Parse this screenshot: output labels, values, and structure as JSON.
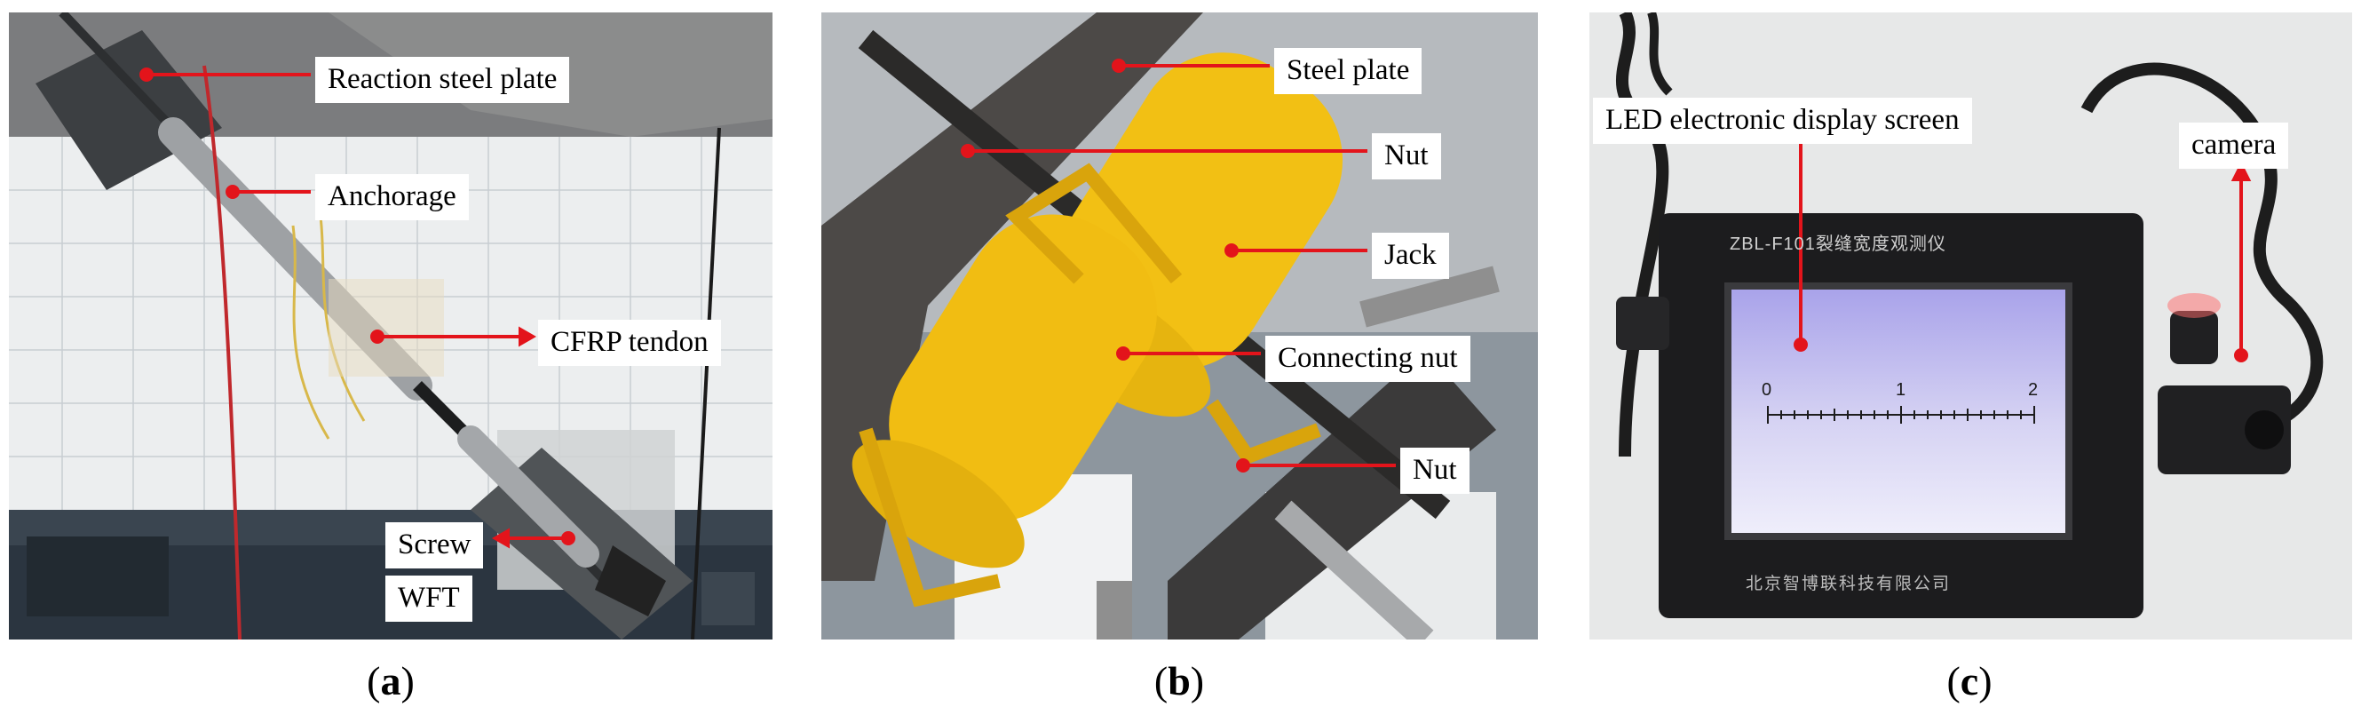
{
  "panels": {
    "a": {
      "caption_open": "(",
      "caption_letter": "a",
      "caption_close": ")",
      "labels": {
        "reaction_plate": "Reaction steel plate",
        "anchorage": "Anchorage",
        "cfrp_tendon": "CFRP tendon",
        "screw": "Screw",
        "wft": "WFT"
      }
    },
    "b": {
      "caption_open": "(",
      "caption_letter": "b",
      "caption_close": ")",
      "labels": {
        "steel_plate": "Steel plate",
        "nut_top": "Nut",
        "jack": "Jack",
        "connecting_nut": "Connecting nut",
        "nut_bottom": "Nut"
      }
    },
    "c": {
      "caption_open": "(",
      "caption_letter": "c",
      "caption_close": ")",
      "labels": {
        "led_screen": "LED electronic display screen",
        "camera": "camera"
      },
      "device_text_top": "ZBL-F101裂缝宽度观测仪",
      "device_text_bottom": "北京智博联科技有限公司",
      "scale": {
        "ticks": [
          "0",
          "1",
          "2"
        ]
      }
    }
  },
  "colors": {
    "leader_red": "#e3141b",
    "jack_yellow": "#f2c014",
    "wall_white": "#eef0f1",
    "device_black": "#1c1c1e",
    "screen_lilac": "#c9c6ee"
  }
}
